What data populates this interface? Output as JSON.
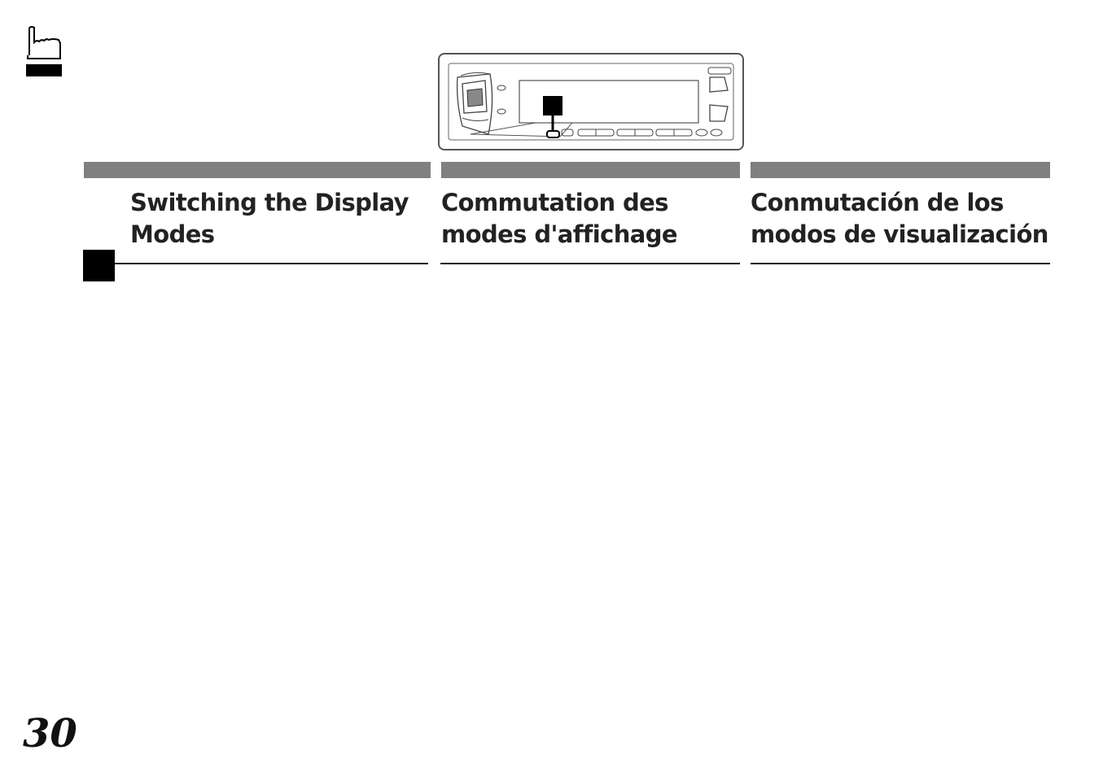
{
  "header": {
    "icon": "pointing-hand-icon"
  },
  "illustration": {
    "icon": "car-stereo-faceplate-icon",
    "highlight_color": "#000000"
  },
  "columns": {
    "english": {
      "title_line1": "Switching the Display",
      "title_line2": "Modes"
    },
    "french": {
      "title_line1": "Commutation des",
      "title_line2": "modes d'affichage"
    },
    "spanish": {
      "title_line1": "Conmutación de los",
      "title_line2": "modos de visualización"
    }
  },
  "colors": {
    "bar": "#808080",
    "text": "#222222",
    "rule": "#1a1a1a"
  },
  "footer": {
    "page_number": "30"
  }
}
